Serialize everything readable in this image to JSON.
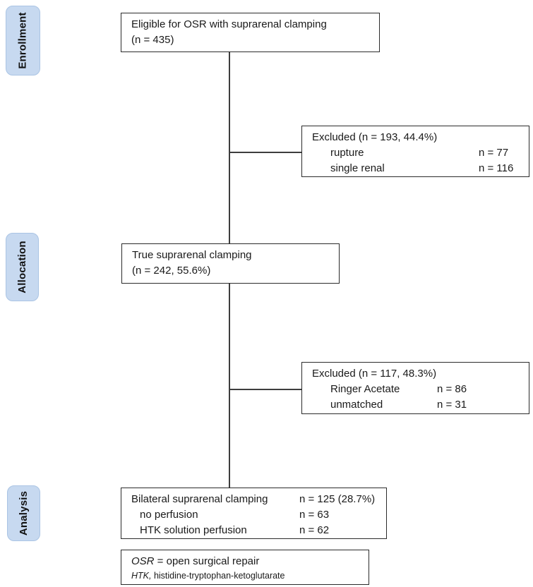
{
  "stages": [
    {
      "label": "Enrollment"
    },
    {
      "label": "Allocation"
    },
    {
      "label": "Analysis"
    }
  ],
  "boxes": {
    "eligible": {
      "line1": "Eligible for OSR with suprarenal clamping",
      "line2": "(n = 435)"
    },
    "excluded1": {
      "title": "Excluded (n = 193, 44.4%)",
      "rows": [
        {
          "label": "rupture",
          "value": "n = 77"
        },
        {
          "label": "single renal",
          "value": "n = 116"
        }
      ]
    },
    "allocation": {
      "line1": "True suprarenal clamping",
      "line2": "(n = 242, 55.6%)"
    },
    "excluded2": {
      "title": "Excluded (n = 117, 48.3%)",
      "rows": [
        {
          "label": "Ringer Acetate",
          "value": "n = 86"
        },
        {
          "label": "unmatched",
          "value": "n = 31"
        }
      ]
    },
    "analysis": {
      "rows": [
        {
          "label": "Bilateral suprarenal clamping",
          "value": "n = 125 (28.7%)"
        },
        {
          "label": "no perfusion",
          "value": "n = 63"
        },
        {
          "label": "HTK solution perfusion",
          "value": "n = 62"
        }
      ]
    },
    "legend": {
      "line1_abbr": "OSR",
      "line1_rest": " = open surgical repair",
      "line2_abbr": "HTK,",
      "line2_rest": " histidine-tryptophan-ketoglutarate"
    }
  },
  "colors": {
    "stage_fill": "#c7d9f0",
    "stage_border": "#aac4e4",
    "box_border": "#2b2b2b",
    "line": "#3d3d3d"
  }
}
